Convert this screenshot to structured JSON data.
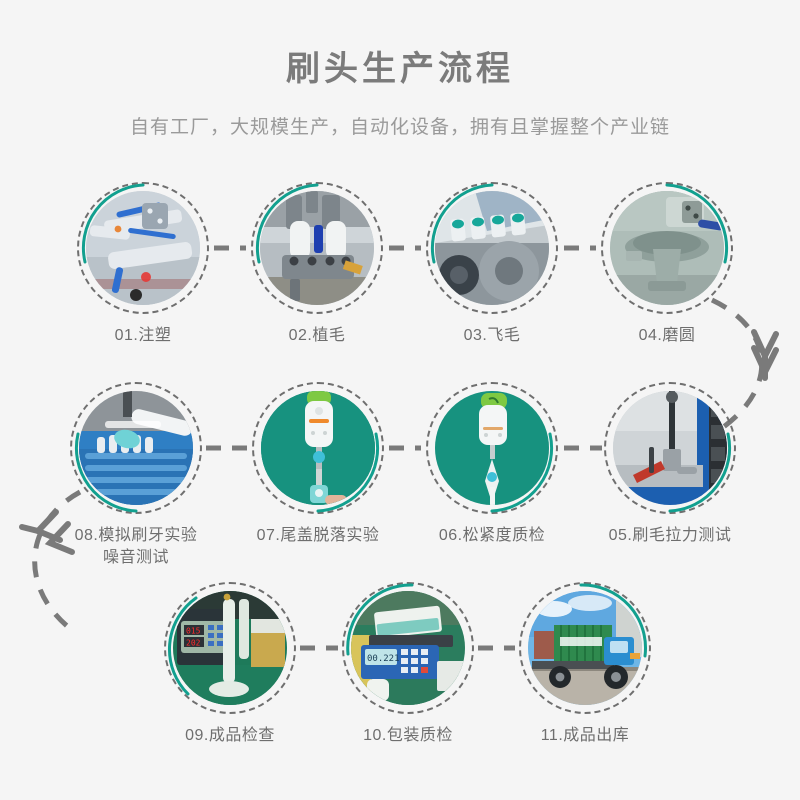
{
  "header": {
    "title": "刷头生产流程",
    "subtitle": "自有工厂，大规模生产，自动化设备，拥有且掌握整个产业链"
  },
  "colors": {
    "background": "#f5f5f5",
    "title_text": "#7b7b7b",
    "subtitle_text": "#9a9a9a",
    "caption_text": "#6e6e6e",
    "dashed_ring": "#6f6f6f",
    "connector": "#7a7a7a",
    "accent_teal": "#12a08f"
  },
  "flow": {
    "rows": [
      {
        "row_name": "row-1",
        "direction": "left-to-right",
        "steps": [
          {
            "label": "01.注塑",
            "number": "01",
            "name": "注塑",
            "arc_position": "top-left"
          },
          {
            "label": "02.植毛",
            "number": "02",
            "name": "植毛",
            "arc_position": "top-left"
          },
          {
            "label": "03.飞毛",
            "number": "03",
            "name": "飞毛",
            "arc_position": "top-left"
          },
          {
            "label": "04.磨圆",
            "number": "04",
            "name": "磨圆",
            "arc_position": "top-right"
          }
        ]
      },
      {
        "row_name": "row-2",
        "direction": "right-to-left",
        "steps": [
          {
            "label": "08.模拟刷牙实验\n噪音测试",
            "number": "08",
            "name": "模拟刷牙实验 噪音测试",
            "arc_position": "bottom-left"
          },
          {
            "label": "07.尾盖脱落实验",
            "number": "07",
            "name": "尾盖脱落实验",
            "arc_position": "bottom-right"
          },
          {
            "label": "06.松紧度质检",
            "number": "06",
            "name": "松紧度质检",
            "arc_position": "bottom-right"
          },
          {
            "label": "05.刷毛拉力测试",
            "number": "05",
            "name": "刷毛拉力测试",
            "arc_position": "bottom-right"
          }
        ]
      },
      {
        "row_name": "row-3",
        "direction": "left-to-right",
        "steps": [
          {
            "label": "09.成品检查",
            "number": "09",
            "name": "成品检查",
            "arc_position": "left"
          },
          {
            "label": "10.包装质检",
            "number": "10",
            "name": "包装质检",
            "arc_position": "top-left"
          },
          {
            "label": "11.成品出库",
            "number": "11",
            "name": "成品出库",
            "arc_position": "top-right"
          }
        ]
      }
    ],
    "connectors": {
      "inline_style": "dashed",
      "row_transition_right": "curved-dashed-arrow-down",
      "row_transition_left": "curved-dashed-arrow-down-left",
      "arrowhead": "double-chevron"
    }
  }
}
